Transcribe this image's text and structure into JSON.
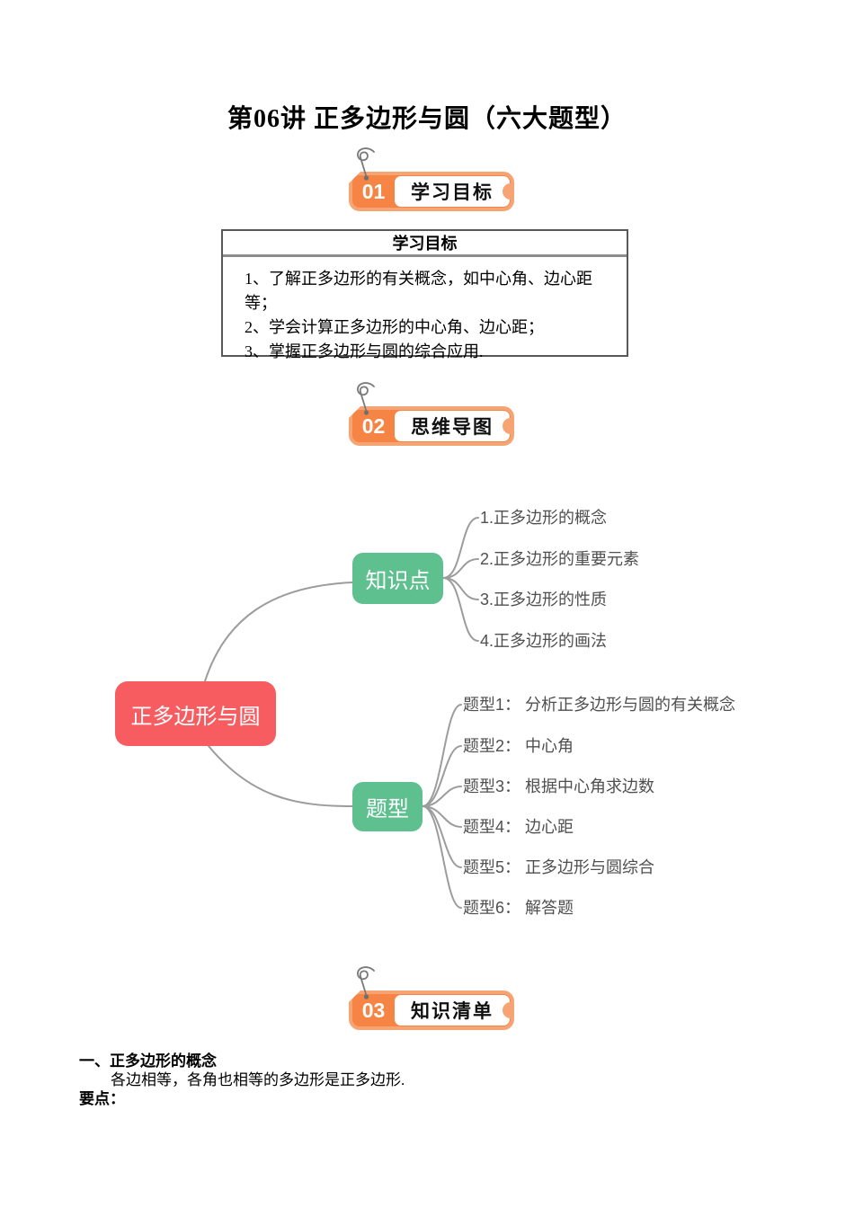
{
  "page": {
    "title": "第06讲 正多边形与圆（六大题型）"
  },
  "sections": [
    {
      "number": "01",
      "label": "学习目标"
    },
    {
      "number": "02",
      "label": "思维导图"
    },
    {
      "number": "03",
      "label": "知识清单"
    }
  ],
  "objectives_table": {
    "header": "学习目标",
    "items": [
      "1、了解正多边形的有关概念，如中心角、边心距等；",
      "2、学会计算正多边形的中心角、边心距；",
      "3、掌握正多边形与圆的综合应用."
    ]
  },
  "mindmap": {
    "root": "正多边形与圆",
    "branches": [
      {
        "label": "知识点",
        "children": [
          "1.正多边形的概念",
          "2.正多边形的重要元素",
          "3.正多边形的性质",
          "4.正多边形的画法"
        ]
      },
      {
        "label": "题型",
        "children": [
          "题型1： 分析正多边形与圆的有关概念",
          "题型2： 中心角",
          "题型3： 根据中心角求边数",
          "题型4： 边心距",
          "题型5： 正多边形与圆综合",
          "题型6： 解答题"
        ]
      }
    ]
  },
  "knowledge_list": {
    "heading": "一、正多边形的概念",
    "body": "各边相等，各角也相等的多边形是正多边形.",
    "subheading": "要点："
  },
  "colors": {
    "badge_orange_deep": "#f58445",
    "badge_orange_light": "#f7a475",
    "root_red": "#f75d60",
    "node_green": "#5ebf8f",
    "line_gray": "#9c9c9c",
    "branch_text": "#4f4f4f"
  }
}
